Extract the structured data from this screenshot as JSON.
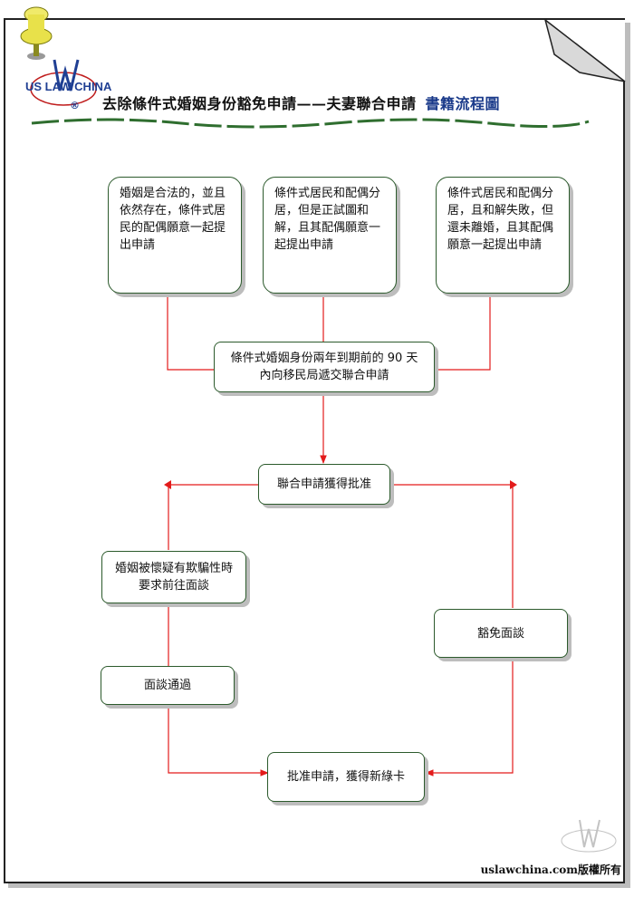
{
  "header": {
    "title": "去除條件式婚姻身份豁免申請——夫妻聯合申請",
    "subtitle": "書籍流程圖",
    "logo_text": "US LAW CHINA",
    "logo_mark": "®"
  },
  "nodes": {
    "start_1": "婚姻是合法的，並且依然存在，條件式居民的配偶願意一起提出申請",
    "start_2": "條件式居民和配偶分居，但是正試圖和解，且其配偶願意一起提出申請",
    "start_3": "條件式居民和配偶分居，且和解失敗，但還未離婚，且其配偶願意一起提出申請",
    "file_petition": "條件式婚姻身份兩年到期前的 90 天內向移民局遞交聯合申請",
    "approved": "聯合申請獲得批准",
    "interview_required": "婚姻被懷疑有欺騙性時要求前往面談",
    "interview_passed": "面談通過",
    "interview_waived": "豁免面談",
    "final": "批准申請，獲得新綠卡"
  },
  "footer": {
    "copyright": "uslawchina.com版權所有"
  },
  "colors": {
    "connector": "#e31b1b",
    "box_border": "#2c5a2c",
    "shadow": "#bdbdbd",
    "logo": "#1f3f93"
  }
}
